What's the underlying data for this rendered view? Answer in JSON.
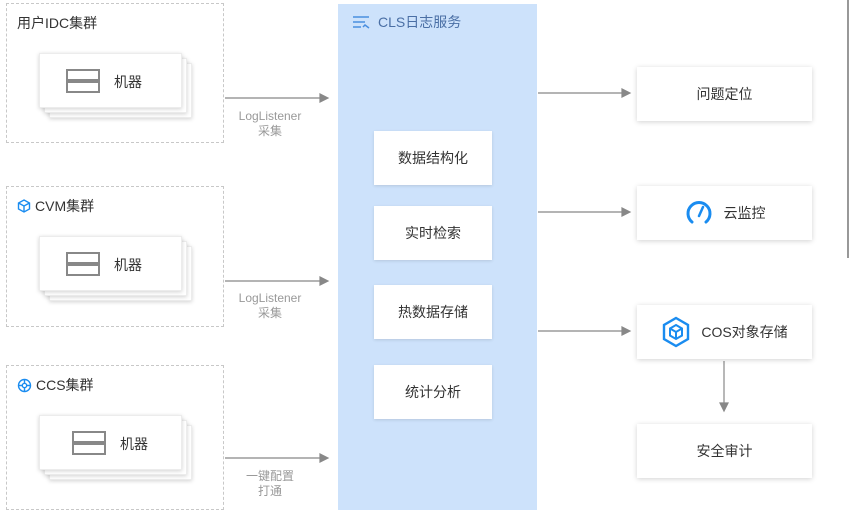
{
  "clusters": [
    {
      "title": "用户IDC集群",
      "machine_label": "机器",
      "icon": "none"
    },
    {
      "title": "CVM集群",
      "machine_label": "机器",
      "icon": "cube-outline-icon"
    },
    {
      "title": "CCS集群",
      "machine_label": "机器",
      "icon": "ccs-icon"
    }
  ],
  "connectors": [
    {
      "line1": "LogListener",
      "line2": "采集"
    },
    {
      "line1": "LogListener",
      "line2": "采集"
    },
    {
      "line1": "一键配置",
      "line2": "打通"
    }
  ],
  "cls": {
    "title": "CLS日志服务",
    "icon": "list-icon",
    "features": [
      "数据结构化",
      "实时检索",
      "热数据存储",
      "统计分析"
    ]
  },
  "outputs": [
    {
      "label": "问题定位",
      "icon": "none"
    },
    {
      "label": "云监控",
      "icon": "monitor-gauge-icon"
    },
    {
      "label": "COS对象存储",
      "icon": "cos-cube-icon"
    },
    {
      "label": "安全审计",
      "icon": "none"
    }
  ],
  "colors": {
    "accent": "#1a8cf0",
    "panel": "#cde2fb",
    "arrow": "#888888",
    "dash": "#c8c8c8"
  }
}
